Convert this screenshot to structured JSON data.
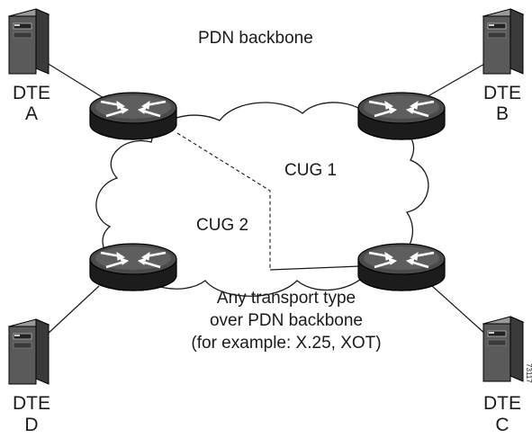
{
  "diagram": {
    "title": "PDN backbone",
    "groups": [
      {
        "label": "CUG 1"
      },
      {
        "label": "CUG 2"
      }
    ],
    "note": {
      "lines": [
        "Any transport type",
        "over PDN backbone",
        "(for example: X.25, XOT)"
      ]
    },
    "dtes": [
      {
        "line1": "DTE",
        "line2": "A"
      },
      {
        "line1": "DTE",
        "line2": "B"
      },
      {
        "line1": "DTE",
        "line2": "C"
      },
      {
        "line1": "DTE",
        "line2": "D"
      }
    ],
    "figure_id": "73117"
  }
}
